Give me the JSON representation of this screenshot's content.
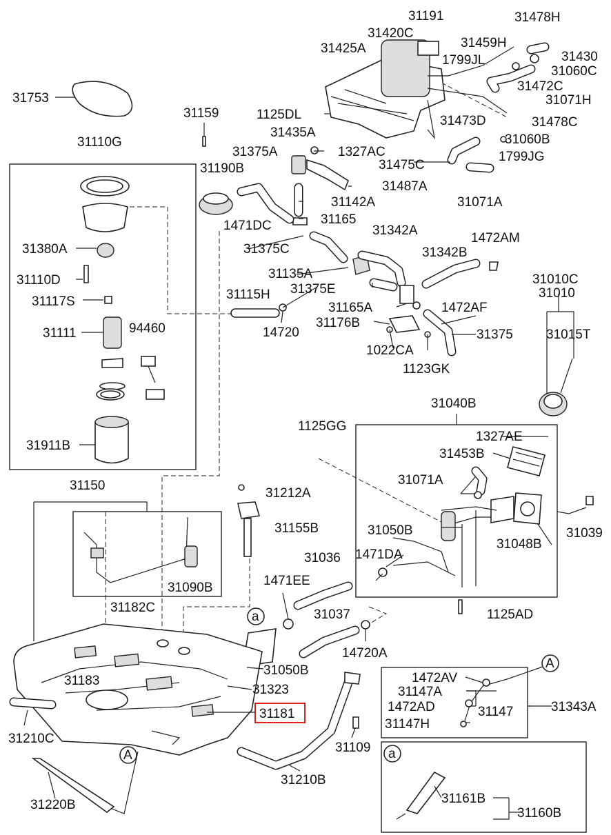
{
  "diagram": {
    "labels": {
      "p31191": "31191",
      "p31478H": "31478H",
      "p31420C": "31420C",
      "p31459H": "31459H",
      "p31425A": "31425A",
      "p1799JL": "1799JL",
      "p31430": "31430",
      "p31060C": "31060C",
      "p31472C": "31472C",
      "p31071H": "31071H",
      "p31753": "31753",
      "p31159": "31159",
      "p1125DL": "1125DL",
      "p31473D": "31473D",
      "p31478C": "31478C",
      "p31435A": "31435A",
      "p31060B": "31060B",
      "p31110G": "31110G",
      "p31375A": "31375A",
      "p1327AC": "1327AC",
      "p1799JG": "1799JG",
      "p31190B": "31190B",
      "p31475C": "31475C",
      "p31487A": "31487A",
      "p31142A": "31142A",
      "p31071A_top": "31071A",
      "p31165": "31165",
      "p1471DC": "1471DC",
      "p31342A": "31342A",
      "p1472AM": "1472AM",
      "p31380A": "31380A",
      "p31375C": "31375C",
      "p31342B": "31342B",
      "p31135A": "31135A",
      "p31110D": "31110D",
      "p31375E": "31375E",
      "p31010C": "31010C",
      "p31010": "31010",
      "p31115H": "31115H",
      "p31117S": "31117S",
      "p31165A": "31165A",
      "p1472AF": "1472AF",
      "p31111": "31111",
      "p94460": "94460",
      "p14720": "14720",
      "p31176B": "31176B",
      "p31375": "31375",
      "p31015T": "31015T",
      "p1022CA": "1022CA",
      "p1123GK": "1123GK",
      "p31040B": "31040B",
      "p1125GG": "1125GG",
      "p1327AE": "1327AE",
      "p31911B": "31911B",
      "p31453B": "31453B",
      "p31071A_mid": "31071A",
      "p31150": "31150",
      "p31212A": "31212A",
      "p31155B": "31155B",
      "p31039": "31039",
      "p31050B_top": "31050B",
      "p31048B": "31048B",
      "p1471DA": "1471DA",
      "p31036": "31036",
      "p1471EE": "1471EE",
      "p31090B": "31090B",
      "p31182C": "31182C",
      "p31037": "31037",
      "p1125AD": "1125AD",
      "p14720A": "14720A",
      "p31050B_bot": "31050B",
      "p31183": "31183",
      "p31323": "31323",
      "p1472AV": "1472AV",
      "p31147A": "31147A",
      "p31343A": "31343A",
      "p1472AD": "1472AD",
      "p31147": "31147",
      "p31181": "31181",
      "p31147H": "31147H",
      "p31210C": "31210C",
      "p31109": "31109",
      "p31210B": "31210B",
      "p31161B": "31161B",
      "p31160B": "31160B",
      "p31220B": "31220B",
      "ref_a_top": "a",
      "ref_a_box": "a",
      "ref_A_left": "A",
      "ref_A_right": "A"
    },
    "highlight": "31181",
    "highlight_color": "#e0201f"
  }
}
